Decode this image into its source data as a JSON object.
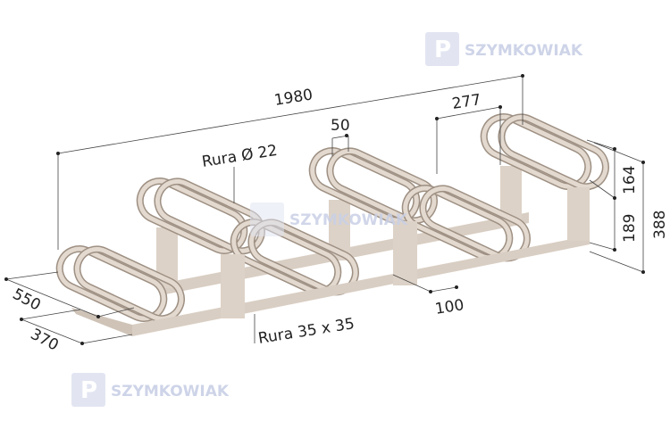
{
  "watermark": {
    "brand": "SZYMKOWIAK",
    "logo_letter": "P"
  },
  "dimensions": {
    "total_length": "1980",
    "loop_spacing": "50",
    "loop_pitch": "277",
    "upper_height": "164",
    "lower_height": "189",
    "total_height": "388",
    "post_width": "100",
    "depth_outer": "550",
    "depth_inner": "370"
  },
  "labels": {
    "loop_tube": "Rura Ø 22",
    "frame_tube": "Rura 35 x 35"
  },
  "colors": {
    "tube": "#e3d9cf",
    "frame": "#ddd2c7",
    "dimension": "#444444",
    "watermark": "#c9d0e6"
  }
}
